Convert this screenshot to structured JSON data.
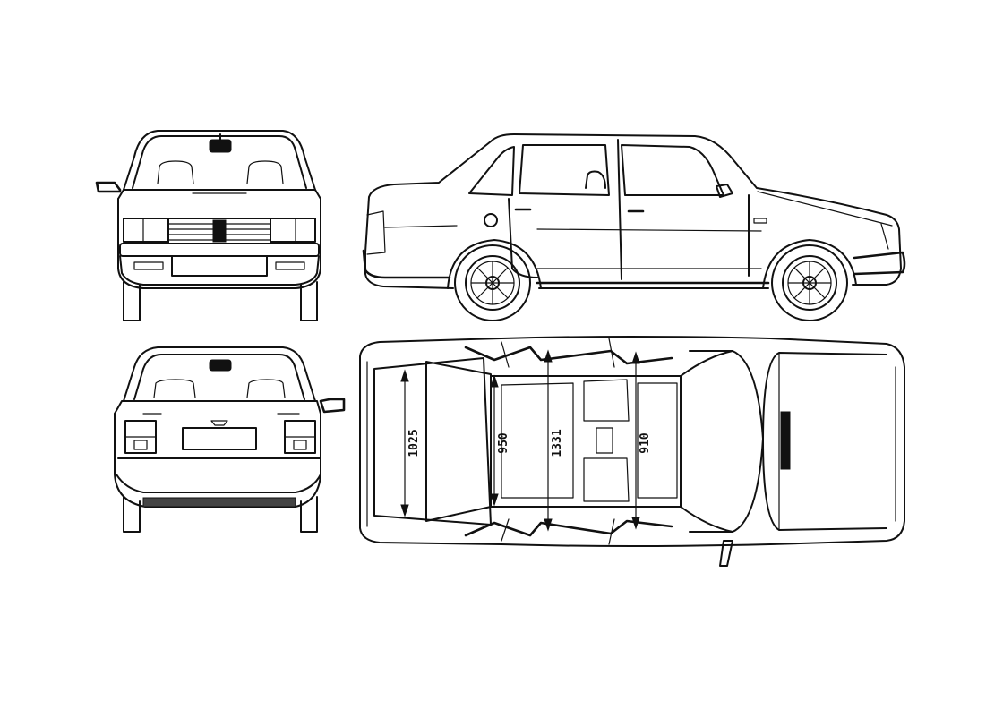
{
  "dimensions": [
    {
      "id": "cargo-length",
      "label": "1025"
    },
    {
      "id": "rear-seat-width",
      "label": "950"
    },
    {
      "id": "interior-width",
      "label": "1331"
    },
    {
      "id": "front-width",
      "label": "910"
    }
  ],
  "views": [
    "front",
    "side",
    "rear",
    "top"
  ],
  "colors": {
    "line": "#111111",
    "background": "#ffffff"
  }
}
